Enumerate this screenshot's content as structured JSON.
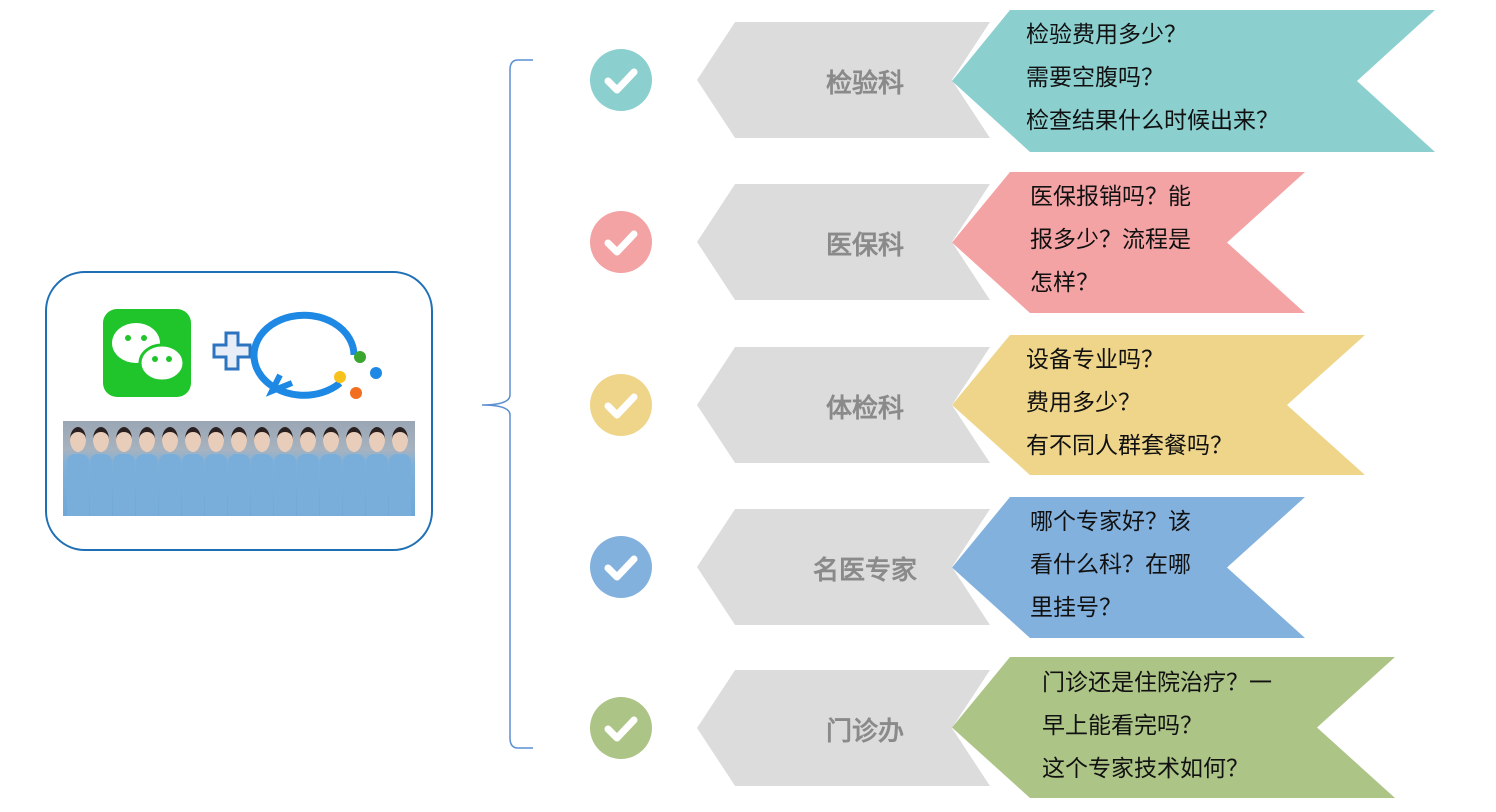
{
  "colors": {
    "accent_border": "#1f6fb5",
    "grey": "#dcdcdc"
  },
  "left_panel": {
    "icons": [
      "wechat-icon",
      "plus-icon",
      "work-wechat-icon"
    ],
    "photo": "medical-staff-group-photo"
  },
  "rows": [
    {
      "dept": "检验科",
      "color": "#8ccfcf",
      "questions": [
        "检验费用多少？",
        "需要空腹吗？",
        "检查结果什么时候出来？"
      ]
    },
    {
      "dept": "医保科",
      "color": "#f4a3a5",
      "questions": [
        "医保报销吗？能",
        "报多少？流程是",
        "怎样？"
      ]
    },
    {
      "dept": "体检科",
      "color": "#eed58a",
      "questions": [
        "设备专业吗？",
        "费用多少？",
        "有不同人群套餐吗？"
      ]
    },
    {
      "dept": "名医专家",
      "color": "#83b1de",
      "questions": [
        "哪个专家好？该",
        "看什么科？在哪",
        "里挂号？"
      ]
    },
    {
      "dept": "门诊办",
      "color": "#adc487",
      "questions": [
        "门诊还是住院治疗？一",
        "早上能看完吗？",
        "这个专家技术如何？"
      ]
    }
  ]
}
